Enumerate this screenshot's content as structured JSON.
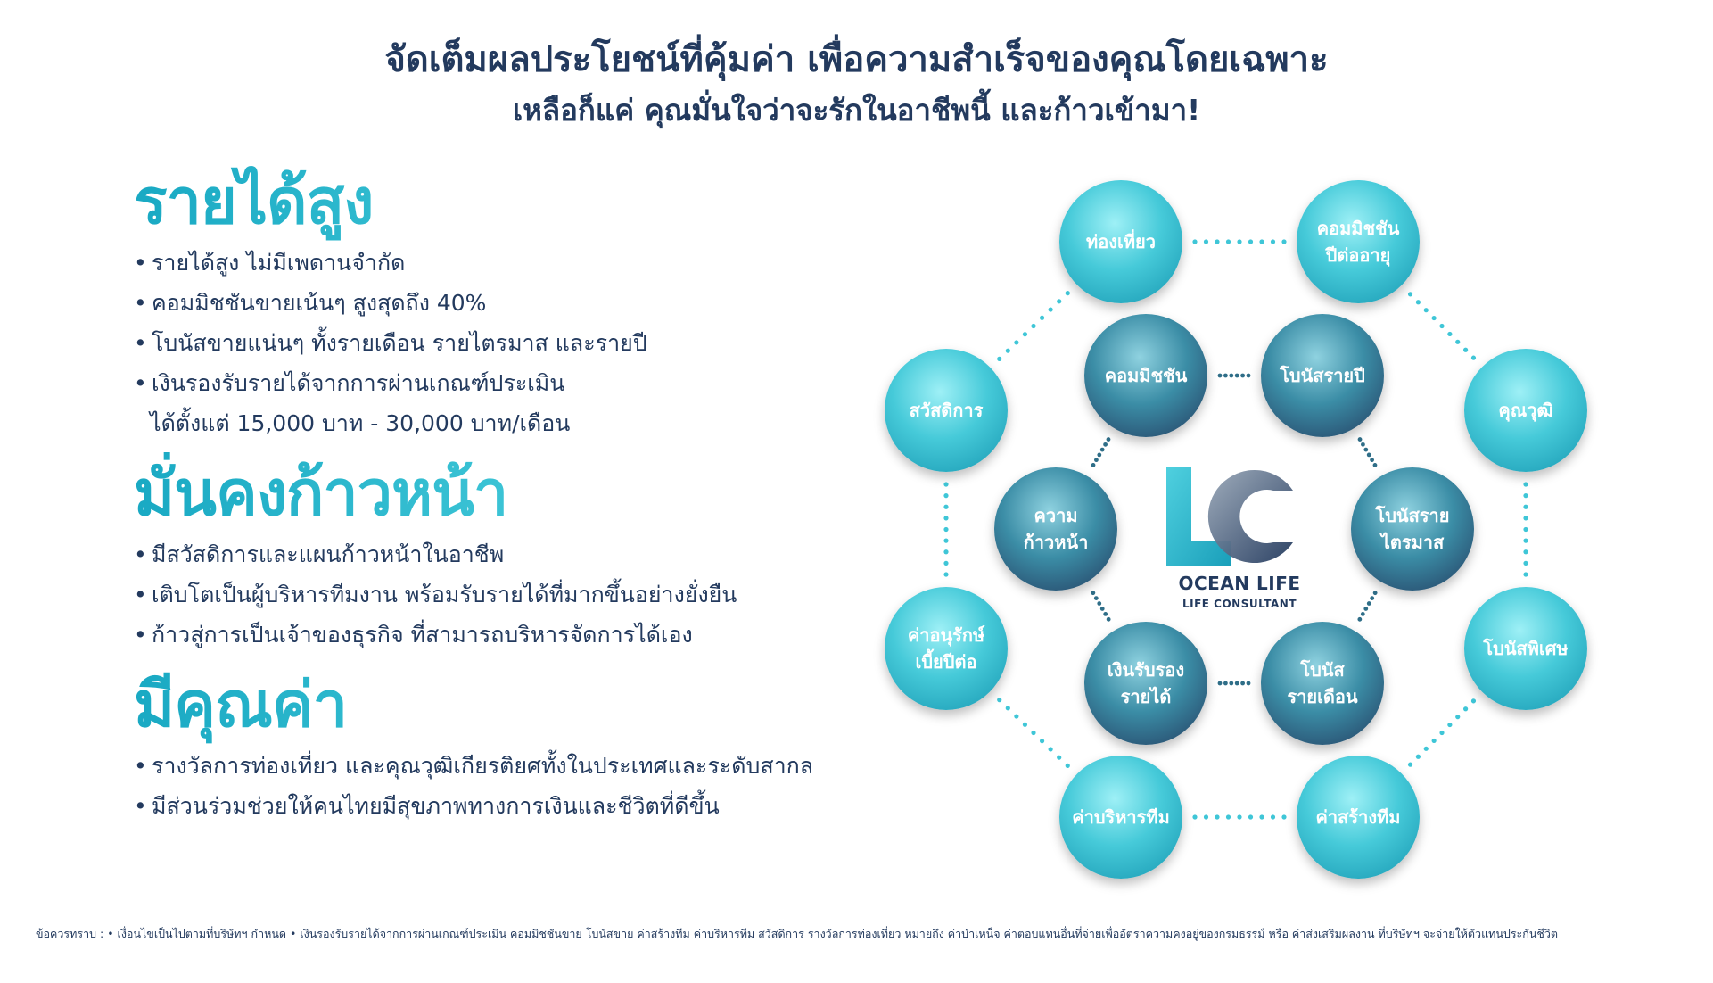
{
  "header": {
    "title": "จัดเต็มผลประโยชน์ที่คุ้มค่า เพื่อความสำเร็จของคุณโดยเฉพาะ",
    "subtitle": "เหลือก็แค่ คุณมั่นใจว่าจะรักในอาชีพนี้ และก้าวเข้ามา!"
  },
  "sections": [
    {
      "title": "รายได้สูง",
      "bullets": [
        "รายได้สูง ไม่มีเพดานจำกัด",
        "คอมมิชชันขายเน้นๆ สูงสุดถึง 40%",
        "โบนัสขายแน่นๆ ทั้งรายเดือน รายไตรมาส และรายปี",
        "เงินรองรับรายได้จากการผ่านเกณฑ์ประเมิน"
      ],
      "continuation": "ได้ตั้งแต่ 15,000 บาท - 30,000 บาท/เดือน"
    },
    {
      "title": "มั่นคงก้าวหน้า",
      "bullets": [
        "มีสวัสดิการและแผนก้าวหน้าในอาชีพ",
        "เติบโตเป็นผู้บริหารทีมงาน พร้อมรับรายได้ที่มากขึ้นอย่างยั่งยืน",
        "ก้าวสู่การเป็นเจ้าของธุรกิจ ที่สามารถบริหารจัดการได้เอง"
      ]
    },
    {
      "title": "มีคุณค่า",
      "bullets": [
        "รางวัลการท่องเที่ยว และคุณวุฒิเกียรติยศทั้งในประเทศและระดับสากล",
        "มีส่วนร่วมช่วยให้คนไทยมีสุขภาพทางการเงินและชีวิตที่ดีขึ้น"
      ]
    }
  ],
  "diagram": {
    "outer_circles": [
      "ท่องเที่ยว",
      "คอมมิชชัน\nปีต่ออายุ",
      "สวัสดิการ",
      "คุณวุฒิ",
      "ค่าอนุรักษ์\nเบี้ยปีต่อ",
      "โบนัสพิเศษ",
      "ค่าบริหารทีม",
      "ค่าสร้างทีม"
    ],
    "inner_circles": [
      "คอมมิชชัน",
      "โบนัสรายปี",
      "ความ\nก้าวหน้า",
      "โบนัสราย\nไตรมาส",
      "เงินรับรอง\nรายได้",
      "โบนัส\nรายเดือน"
    ],
    "logo": {
      "mark": "LC",
      "name": "OCEAN LIFE",
      "sub": "LIFE CONSULTANT"
    },
    "colors": {
      "outer": "#3fc6d7",
      "inner": "#2f6e88",
      "dots_outer": "#3fc6d7",
      "dots_inner": "#2f6e88"
    }
  },
  "footnote": "ข้อควรทราบ : • เงื่อนไขเป็นไปตามที่บริษัทฯ กำหนด • เงินรองรับรายได้จากการผ่านเกณฑ์ประเมิน คอมมิชชันขาย โบนัสขาย ค่าสร้างทีม ค่าบริหารทีม สวัสดิการ รางวัลการท่องเที่ยว หมายถึง ค่าบำเหน็จ ค่าตอบแทนอื่นที่จ่ายเพื่ออัตราความคงอยู่ของกรมธรรม์ หรือ ค่าส่งเสริมผลงาน ที่บริษัทฯ จะจ่ายให้ตัวแทนประกันชีวิต"
}
